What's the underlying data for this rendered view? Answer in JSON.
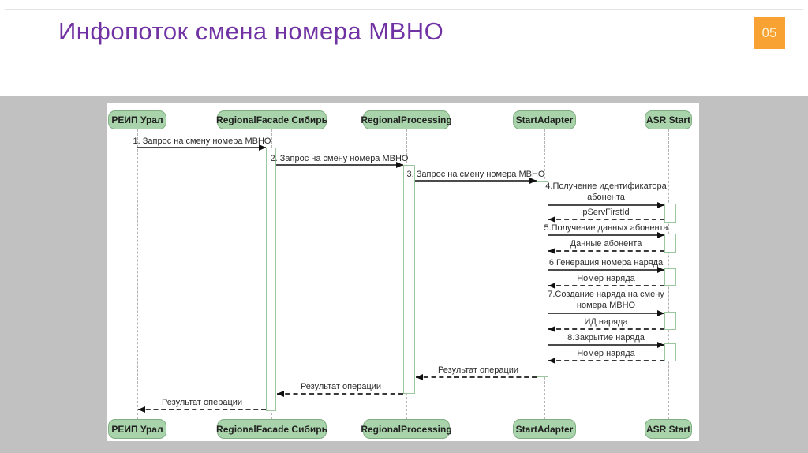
{
  "slide": {
    "title": "Инфопоток смена номера МВНО",
    "page_number": "05"
  },
  "colors": {
    "title_purple": "#7133a4",
    "badge_orange": "#f9a234",
    "actor_fill_green": "#a9d4ab",
    "actor_border_green": "#7fae81",
    "activation_border_green": "#9cc69d",
    "background_gray": "#c1c1c1",
    "arrow_dark": "#383838"
  },
  "diagram": {
    "actors": [
      "РЕИП Урал",
      "RegionalFacade Сибирь",
      "RegionalProcessing",
      "StartAdapter",
      "ASR Start"
    ],
    "messages": [
      {
        "label": "1. Запрос на смену номера МВНО"
      },
      {
        "label": "2. Запрос на смену номера МВНО"
      },
      {
        "label": "3. Запрос на смену номера МВНО"
      },
      {
        "label": "4.Получение идентификатора",
        "label2": "абонента"
      },
      {
        "label": "5.Получение данных абонента"
      },
      {
        "label": "6.Генерация номера наряда"
      },
      {
        "label": "7.Создание наряда на смену",
        "label2": "номера МВНО"
      },
      {
        "label": "8.Закрытие наряда"
      }
    ],
    "returns": [
      {
        "label": "pServFirstId"
      },
      {
        "label": "Данные абонента"
      },
      {
        "label": "Номер наряда"
      },
      {
        "label": "ИД наряда"
      },
      {
        "label": "Номер наряда"
      },
      {
        "label": "Результат операции"
      },
      {
        "label": "Результат операции"
      },
      {
        "label": "Результат операции"
      }
    ]
  }
}
